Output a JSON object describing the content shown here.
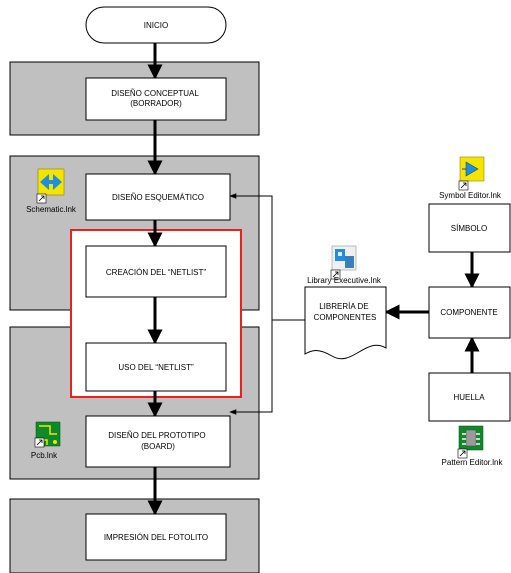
{
  "nodes": {
    "inicio": "INICIO",
    "diseno_conceptual": [
      "DISEÑO CONCEPTUAL",
      "(BORRADOR)"
    ],
    "diseno_esquematico": "DISEÑO ESQUEMÁTICO",
    "creacion_netlist": "CREACIÓN DEL “NETLIST”",
    "uso_netlist": "USO DEL “NETLIST”",
    "diseno_prototipo": [
      "DISEÑO DEL PROTOTIPO",
      "(BOARD)"
    ],
    "impresion_fotolito": "IMPRESIÓN DEL FOTOLITO",
    "libreria": [
      "LIBRERÍA DE",
      "COMPONENTES"
    ],
    "simbolo": "SÍMBOLO",
    "componente": "COMPONENTE",
    "huella": "HUELLA"
  },
  "shortcuts": {
    "schematic": "Schematic.lnk",
    "symbol_editor": "Symbol Editor.lnk",
    "library_executive": "Library Executive.lnk",
    "pcb": "Pcb.lnk",
    "pattern_editor": "Pattern Editor.lnk"
  },
  "colors": {
    "panel_fill": "#c0c0c0",
    "highlight_border": "#e8211e",
    "icon_yellow": "#f5e400",
    "icon_blue": "#1e8fe0",
    "icon_green": "#0f8a28"
  }
}
